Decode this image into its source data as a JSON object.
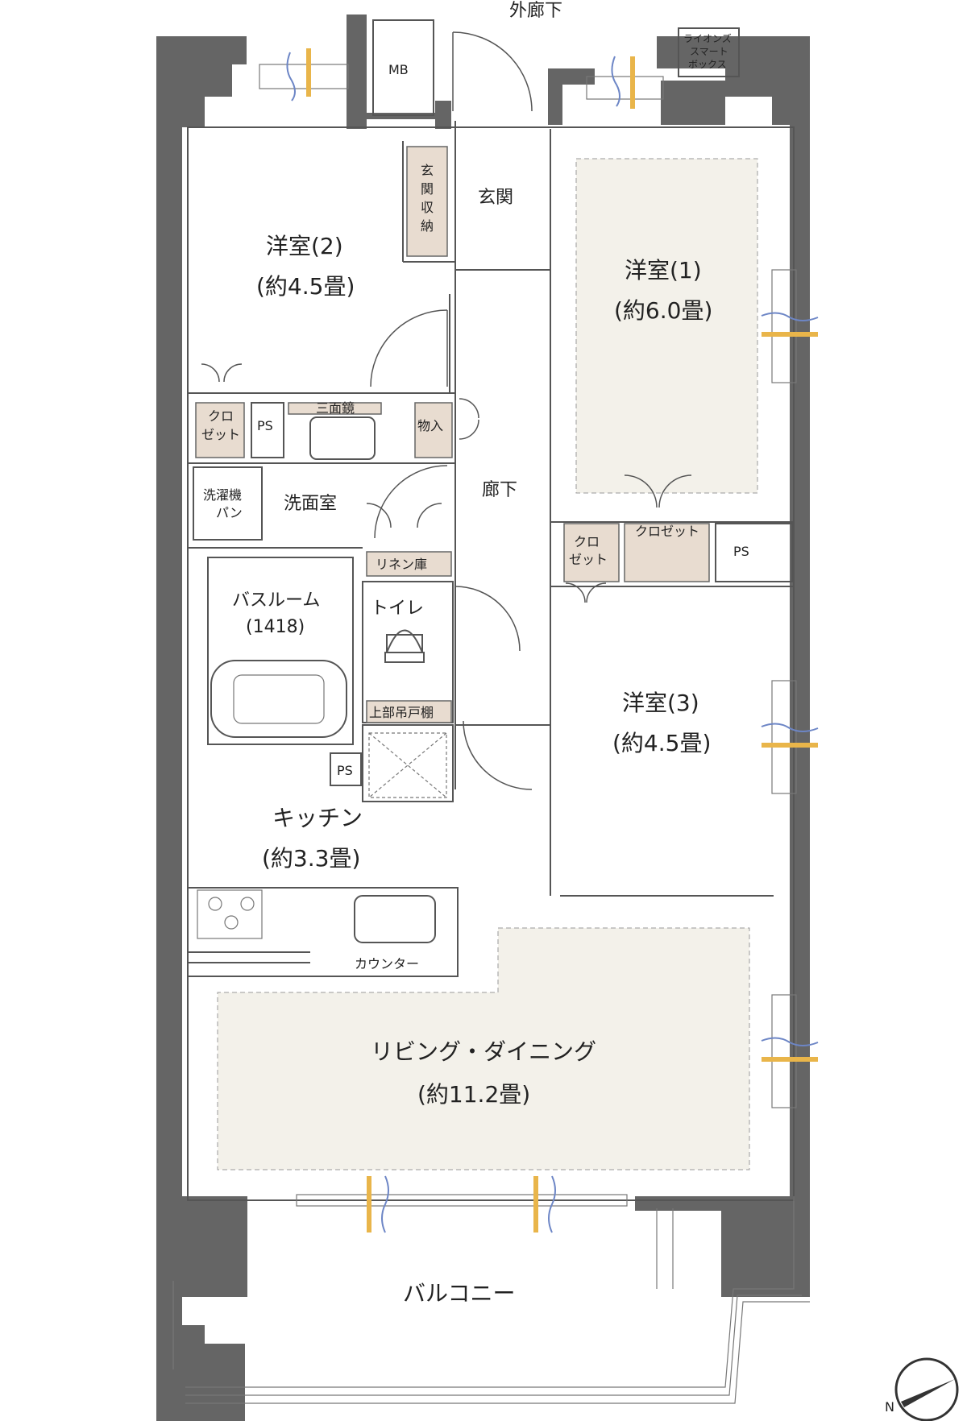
{
  "rooms": {
    "corridor_outside": "外廊下",
    "mb": "MB",
    "smart_box": [
      "ライオンズ",
      "スマート",
      "ボックス"
    ],
    "entrance": "玄関",
    "entrance_storage": [
      "玄",
      "関",
      "収",
      "納"
    ],
    "western_room_2": {
      "name": "洋室(2)",
      "size": "(約4.5畳)"
    },
    "western_room_1": {
      "name": "洋室(1)",
      "size": "(約6.0畳)"
    },
    "western_room_3": {
      "name": "洋室(3)",
      "size": "(約4.5畳)"
    },
    "closet_small": [
      "クロ",
      "ゼット"
    ],
    "closet": "クロゼット",
    "ps": "PS",
    "triple_mirror": "三面鏡",
    "storage": "物入",
    "washer_pan": [
      "洗濯機",
      "パン"
    ],
    "washroom": "洗面室",
    "hallway": "廊下",
    "linen": "リネン庫",
    "bathroom": {
      "name": "バスルーム",
      "size": "(1418)"
    },
    "toilet": "トイレ",
    "upper_cabinet": "上部吊戸棚",
    "kitchen": {
      "name": "キッチン",
      "size": "(約3.3畳)"
    },
    "counter": "カウンター",
    "living": {
      "name": "リビング・ダイニング",
      "size": "(約11.2畳)"
    },
    "balcony": "バルコニー",
    "compass_label": "N"
  },
  "colors": {
    "wall": "#656565",
    "storage": "#e8dcd0",
    "floor_highlight": "#f3f1ea",
    "window_mark": "#e9b54a",
    "window_wave": "#6d86c6"
  }
}
